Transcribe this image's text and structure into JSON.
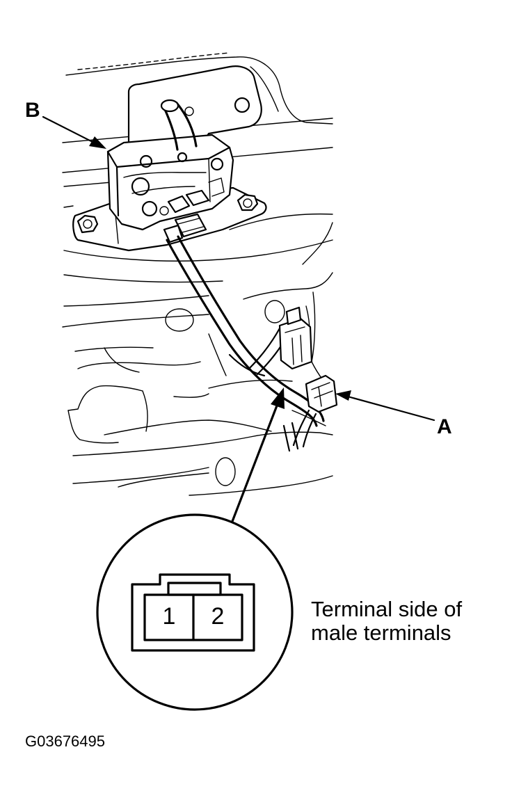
{
  "labels": {
    "part_a": "A",
    "part_b": "B"
  },
  "connector": {
    "pin_1": "1",
    "pin_2": "2",
    "caption_line1": "Terminal side of",
    "caption_line2": "male terminals"
  },
  "figure_id": "G03676495"
}
